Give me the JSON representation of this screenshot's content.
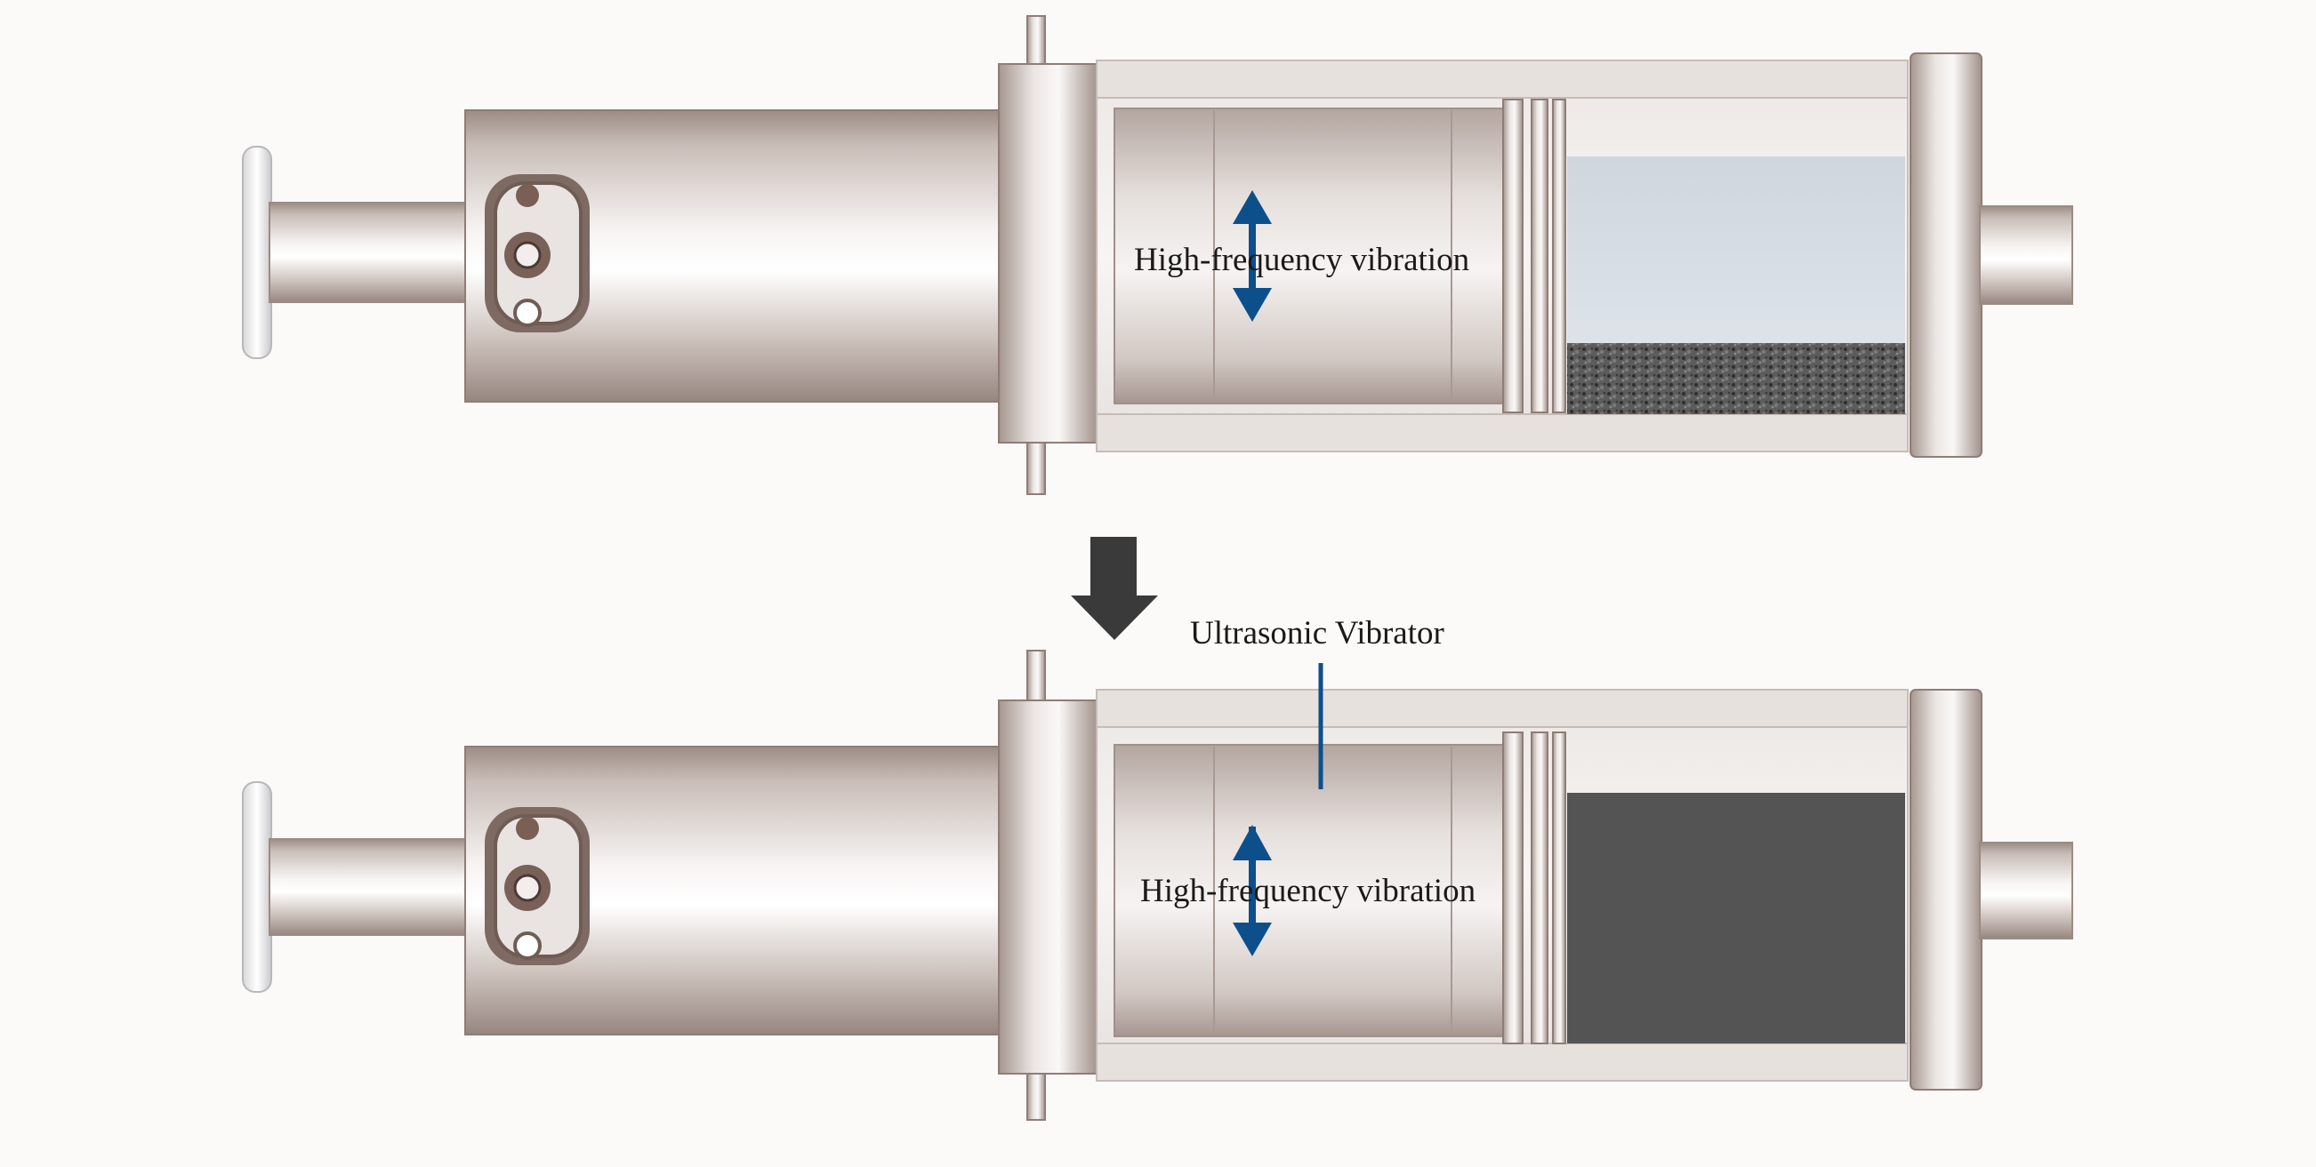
{
  "top_assembly": {
    "vibration_label": "High-frequency vibration"
  },
  "bottom_assembly": {
    "vibration_label": "High-frequency vibration",
    "callout_label": "Ultrasonic Vibrator"
  },
  "colors": {
    "arrow_blue": "#0d4f8b",
    "process_arrow": "#3a3a3a",
    "metal_light": "#f2efed",
    "metal_dark": "#9a8a83",
    "powder_loose": "#4a4a4a",
    "powder_compacted": "#545454",
    "empty_chamber": "#cdd4dc"
  },
  "icons": {
    "vibration_arrow": "double-headed-vertical-arrow",
    "process_arrow": "down-arrow"
  }
}
